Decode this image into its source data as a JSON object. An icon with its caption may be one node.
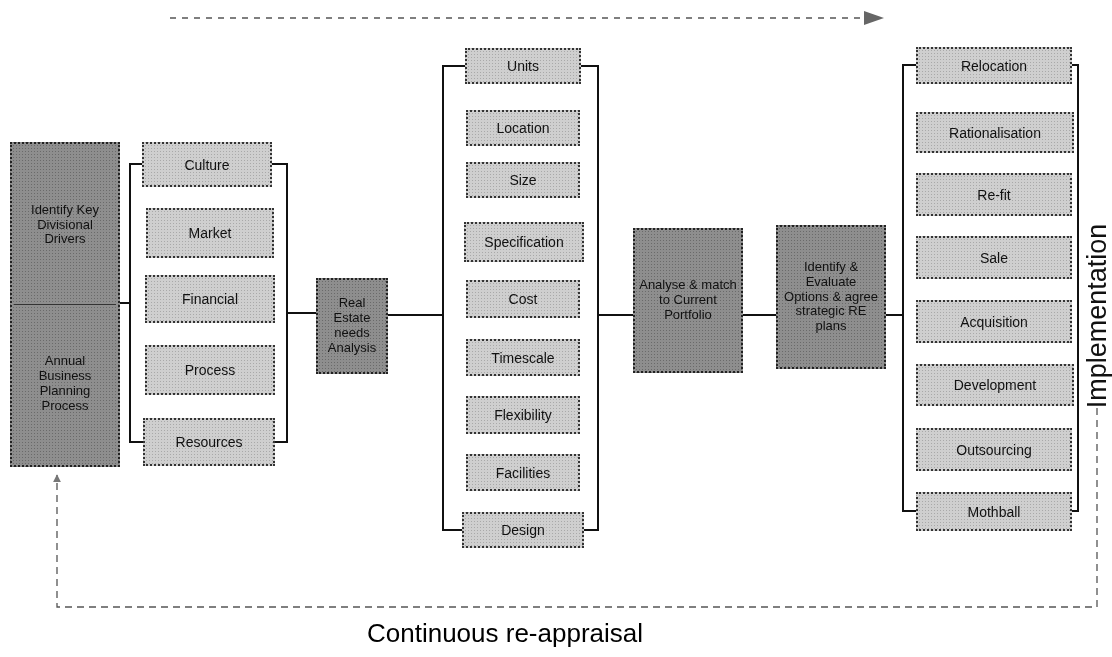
{
  "diagram": {
    "nodes": [
      {
        "text": [
          "Identify Key Divisional Drivers",
          "Annual Business Planning Process"
        ]
      },
      {
        "text": [
          "Culture"
        ]
      },
      {
        "text": [
          "Market"
        ]
      },
      {
        "text": [
          "Financial"
        ]
      },
      {
        "text": [
          "Process"
        ]
      },
      {
        "text": [
          "Resources"
        ]
      },
      {
        "text": [
          "Real Estate needs Analysis"
        ]
      },
      {
        "text": [
          "Units"
        ]
      },
      {
        "text": [
          "Location"
        ]
      },
      {
        "text": [
          "Size"
        ]
      },
      {
        "text": [
          "Specification"
        ]
      },
      {
        "text": [
          "Cost"
        ]
      },
      {
        "text": [
          "Timescale"
        ]
      },
      {
        "text": [
          "Flexibility"
        ]
      },
      {
        "text": [
          "Facilities"
        ]
      },
      {
        "text": [
          "Design"
        ]
      },
      {
        "text": [
          "Analyse & match to Current Portfolio"
        ]
      },
      {
        "text": [
          "Identify & Evaluate Options & agree strategic RE plans"
        ]
      },
      {
        "text": [
          "Relocation"
        ]
      },
      {
        "text": [
          "Rationalisation"
        ]
      },
      {
        "text": [
          "Re-fit"
        ]
      },
      {
        "text": [
          "Sale"
        ]
      },
      {
        "text": [
          "Acquisition"
        ]
      },
      {
        "text": [
          "Development"
        ]
      },
      {
        "text": [
          "Outsourcing"
        ]
      },
      {
        "text": [
          "Mothball"
        ]
      },
      {
        "text": [
          "Implementation"
        ]
      }
    ],
    "edges": [
      {
        "from": 0,
        "to": 1,
        "arrow": "none"
      },
      {
        "from": 0,
        "to": 5,
        "arrow": "none"
      },
      {
        "from": 1,
        "to": 6,
        "arrow": "none"
      },
      {
        "from": 5,
        "to": 6,
        "arrow": "none"
      },
      {
        "from": 6,
        "to": 7,
        "arrow": "none"
      },
      {
        "from": 6,
        "to": 15,
        "arrow": "none"
      },
      {
        "from": 7,
        "to": 16,
        "arrow": "none"
      },
      {
        "from": 15,
        "to": 16,
        "arrow": "none"
      },
      {
        "from": 16,
        "to": 17,
        "arrow": "none"
      },
      {
        "from": 17,
        "to": 18,
        "arrow": "none"
      },
      {
        "from": 17,
        "to": 25,
        "arrow": "none"
      },
      {
        "from": 18,
        "to": 25,
        "arrow": "none"
      },
      {
        "from": 26,
        "to": 0,
        "arrow": "to",
        "style": "dashed",
        "label": "Continuous re-appraisal"
      }
    ]
  }
}
